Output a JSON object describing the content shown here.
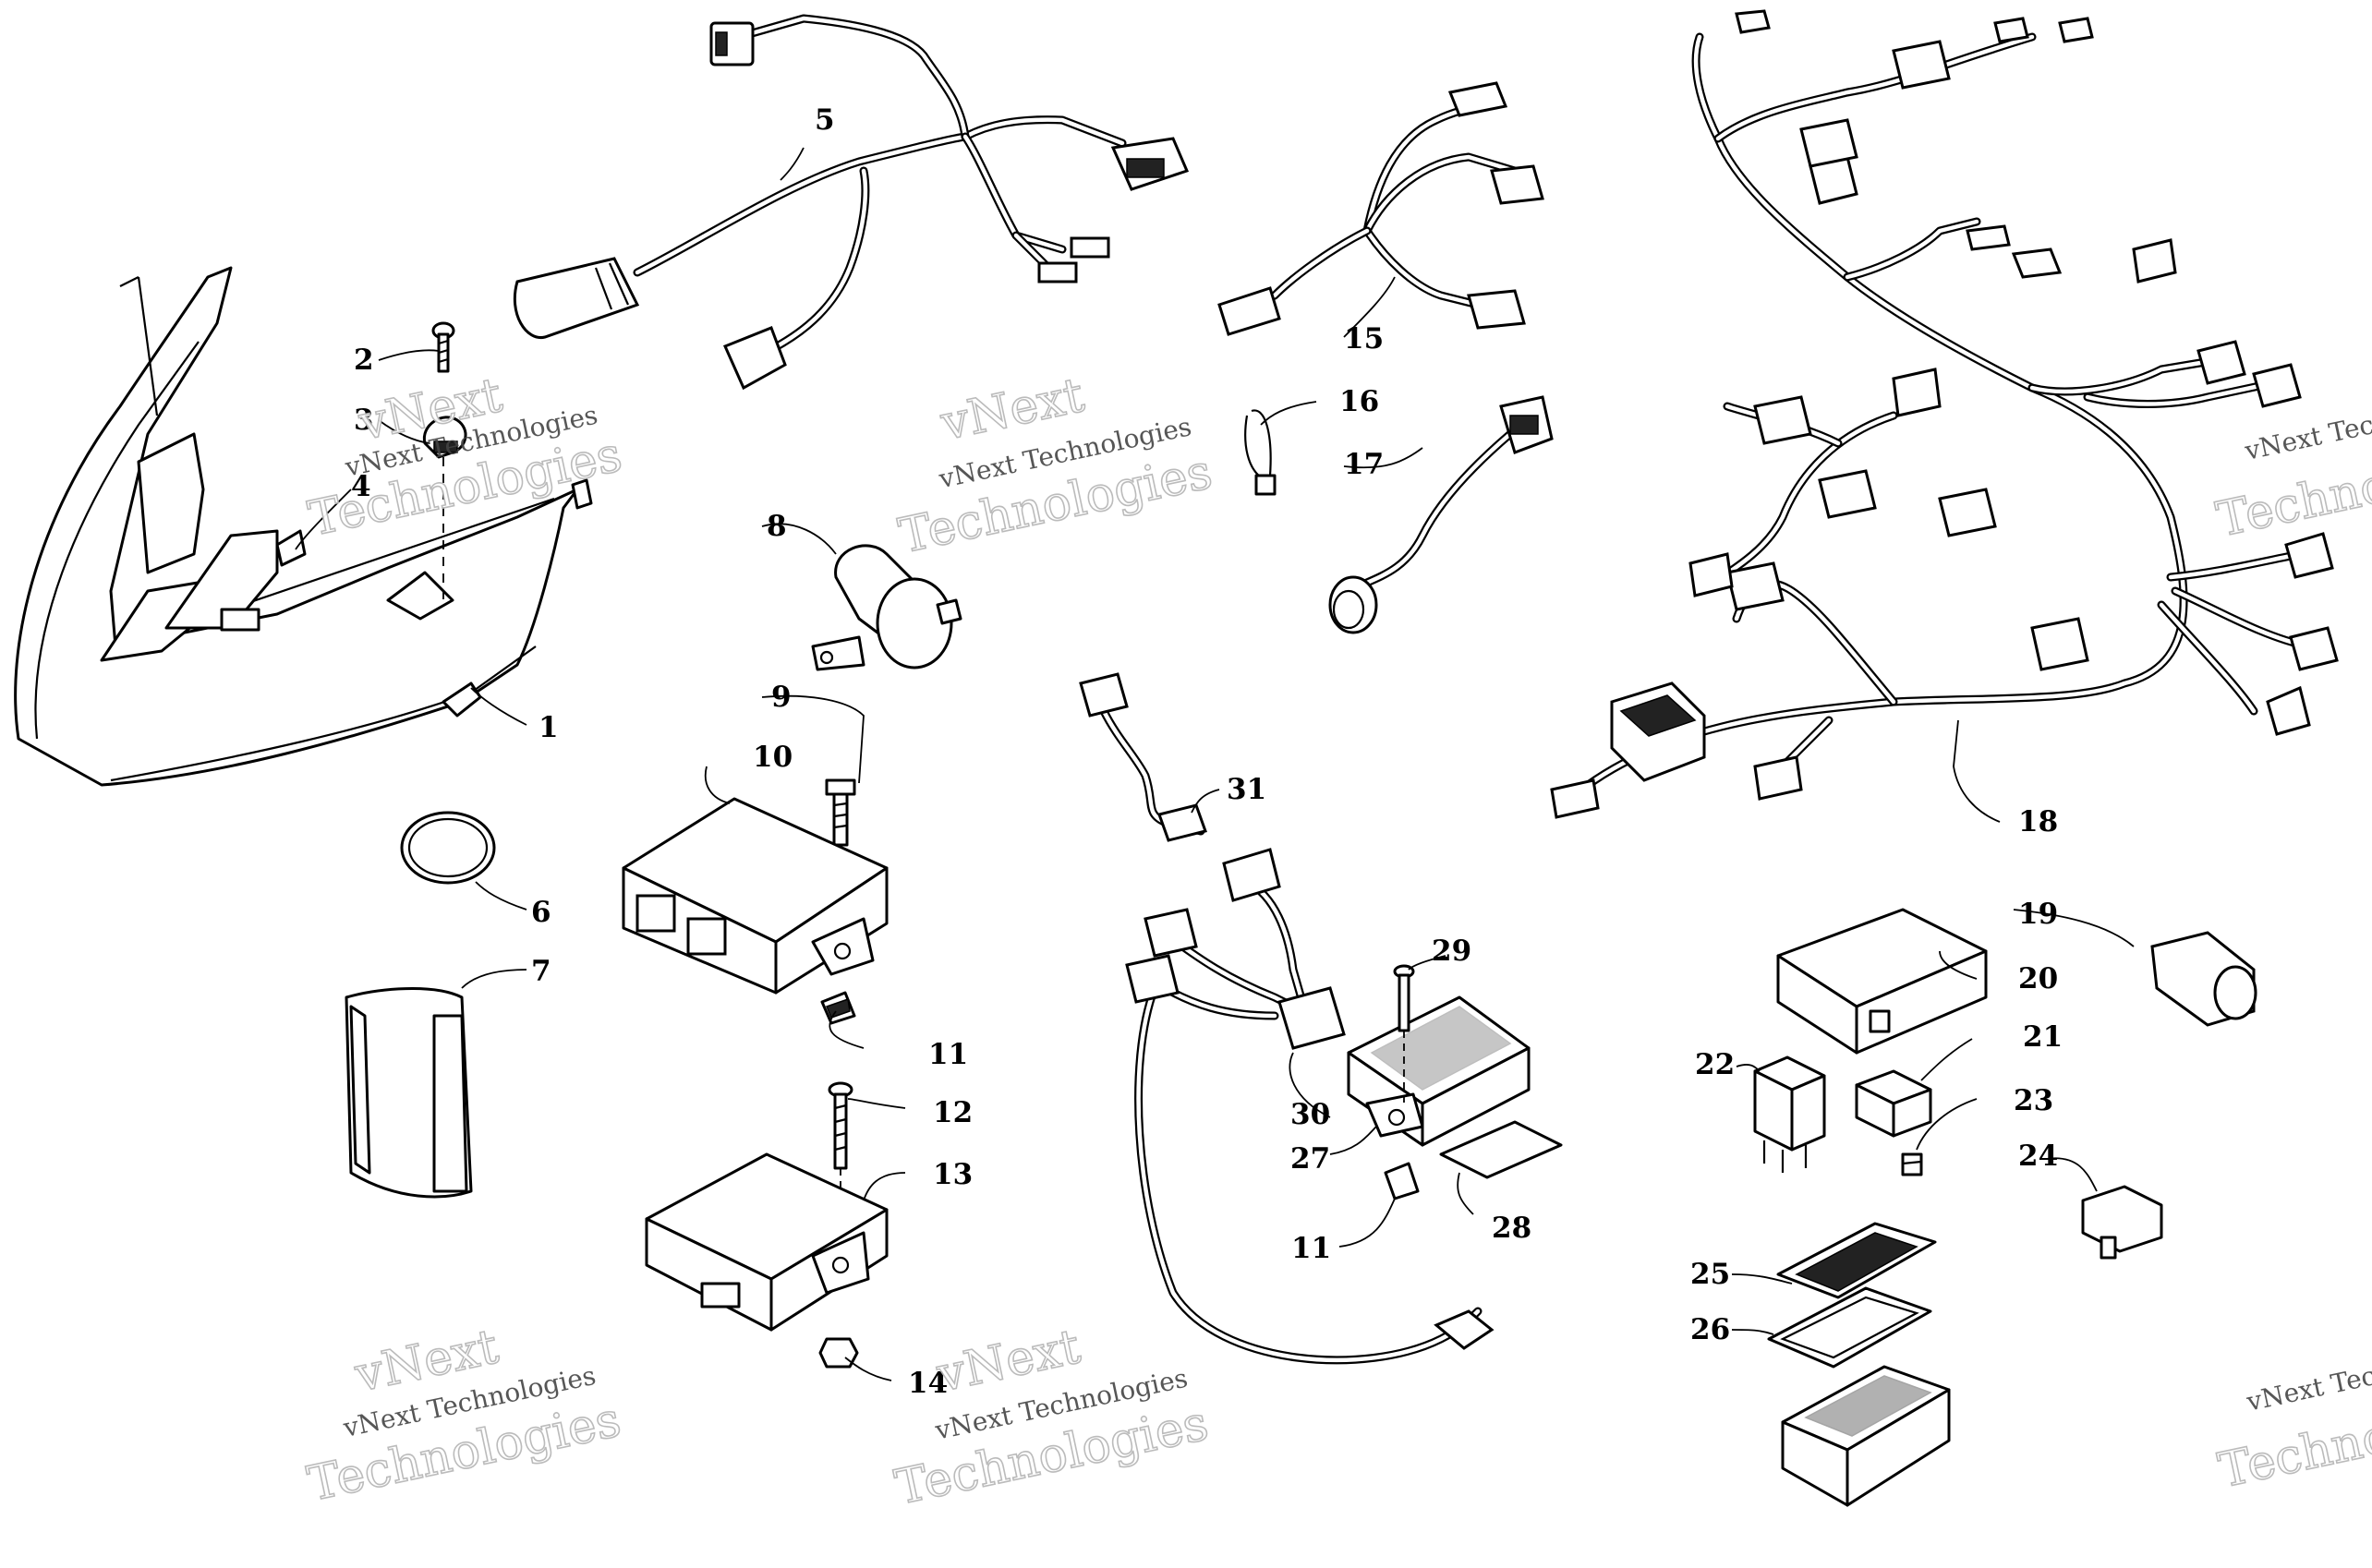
{
  "watermark": {
    "line1": "vNext Technologies",
    "line2": "vNext",
    "line3": "Technologies",
    "partial1": "vNext Tec",
    "partial2": "Techno"
  },
  "callouts": {
    "c1": "1",
    "c2": "2",
    "c3": "3",
    "c4": "4",
    "c5": "5",
    "c6": "6",
    "c7": "7",
    "c8": "8",
    "c9": "9",
    "c10": "10",
    "c11a": "11",
    "c11b": "11",
    "c12": "12",
    "c13": "13",
    "c14": "14",
    "c15": "15",
    "c16": "16",
    "c17": "17",
    "c18": "18",
    "c19": "19",
    "c20": "20",
    "c21": "21",
    "c22": "22",
    "c23": "23",
    "c24": "24",
    "c25": "25",
    "c26": "26",
    "c27": "27",
    "c28": "28",
    "c29": "29",
    "c30": "30",
    "c31": "31"
  },
  "icons": {
    "headlight": "headlight-assembly-icon",
    "harness": "wiring-harness-icon",
    "module": "control-module-icon",
    "relay": "relay-icon",
    "fuse": "fuse-icon",
    "fuse_box": "fuse-box-icon"
  }
}
